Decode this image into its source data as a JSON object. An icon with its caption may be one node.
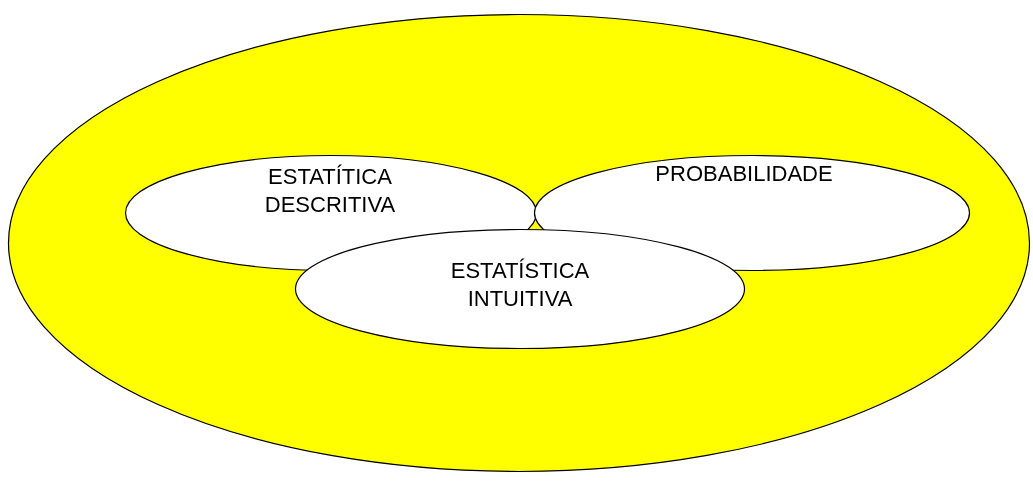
{
  "diagram": {
    "nodes": [
      {
        "text": [],
        "shape": "ellipse"
      },
      {
        "text": [
          "ESTATÍTICA DESCRITIVA"
        ],
        "in": 0
      },
      {
        "text": [
          "PROBABILIDADE"
        ],
        "in": 0
      },
      {
        "text": [
          "ESTATÍSTICA INTUITIVA"
        ],
        "in": 0
      }
    ]
  }
}
